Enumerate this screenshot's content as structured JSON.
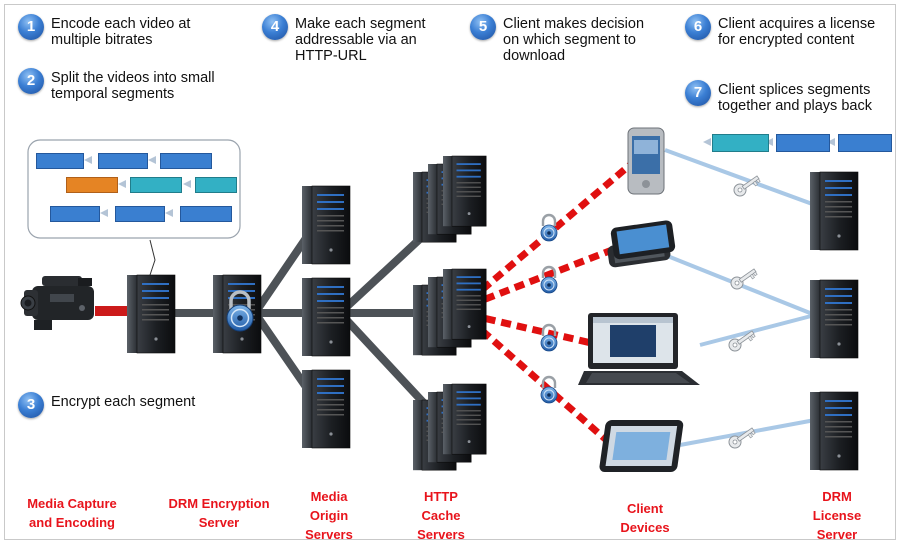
{
  "steps": [
    {
      "number": "1",
      "text": "Encode each video at\nmultiple bitrates"
    },
    {
      "number": "2",
      "text": "Split the videos into small\ntemporal segments"
    },
    {
      "number": "3",
      "text": "Encrypt each segment"
    },
    {
      "number": "4",
      "text": "Make each segment\naddressable via an\nHTTP-URL"
    },
    {
      "number": "5",
      "text": "Client makes decision\non which segment to\ndownload"
    },
    {
      "number": "6",
      "text": "Client acquires a license\nfor encrypted content"
    },
    {
      "number": "7",
      "text": "Client splices segments\ntogether and plays back"
    }
  ],
  "stage_labels": [
    "Media Capture\nand Encoding",
    "DRM Encryption\nServer",
    "Media\nOrigin\nServers",
    "HTTP\nCache\nServers",
    "Client\nDevices",
    "DRM\nLicense\nServer"
  ],
  "colors": {
    "label_red": "#e8141c",
    "badge_blue": "#3b7fd4",
    "connection_line": "#4d5257",
    "license_line": "#a9c8e6",
    "segment_blue": "#3a7fd0",
    "segment_orange": "#e58424",
    "segment_teal": "#33b0c4",
    "dashed_red": "#e01010"
  },
  "icons": [
    "video-camera-icon",
    "server-tower-icon",
    "padlock-icon",
    "key-icon",
    "smartphone-icon",
    "tablet-icon",
    "laptop-icon"
  ]
}
